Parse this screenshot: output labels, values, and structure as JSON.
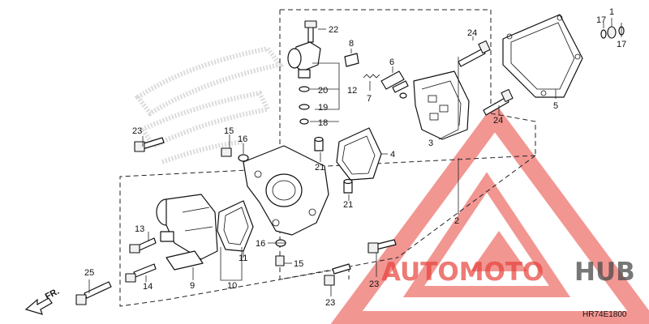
{
  "labels": {
    "l1": "1",
    "l2": "2",
    "l3": "3",
    "l4": "4",
    "l5": "5",
    "l6": "6",
    "l7": "7",
    "l8": "8",
    "l9": "9",
    "l10": "10",
    "l11": "11",
    "l12": "12",
    "l13": "13",
    "l14": "14",
    "l15a": "15",
    "l15b": "15",
    "l16a": "16",
    "l16b": "16",
    "l17a": "17",
    "l17b": "17",
    "l18": "18",
    "l19": "19",
    "l20": "20",
    "l21a": "21",
    "l21b": "21",
    "l22": "22",
    "l23a": "23",
    "l23b": "23",
    "l23c": "23",
    "l24a": "24",
    "l24b": "24",
    "l25": "25"
  },
  "direction_label": "FR.",
  "diagram_code": "HR74E1800",
  "watermark": {
    "brand_left": "AUTOMOTO",
    "brand_right": "HUB",
    "color_primary": "#e8423a",
    "color_secondary": "#4a4a4a"
  }
}
